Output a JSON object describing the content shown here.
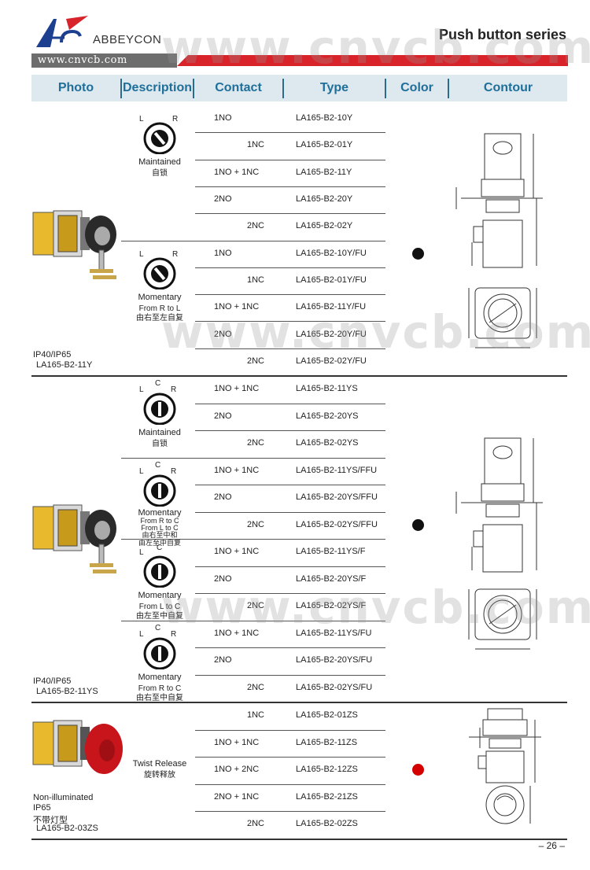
{
  "header": {
    "brand": "ABBEYCON",
    "series_title": "Push button series",
    "website": "www.cnvcb.com"
  },
  "columns": [
    "Photo",
    "Description",
    "Contact",
    "Type",
    "Color",
    "Contour"
  ],
  "watermark": "www.cnvcb.com",
  "page_number": "– 26 –",
  "colors": {
    "header_band": "#dde8ef",
    "header_text": "#1e6f9a",
    "red_bar": "#d8232a",
    "grey_bar": "#6d6d6d",
    "black_dot": "#111111",
    "red_dot": "#d40000"
  },
  "sections": [
    {
      "photo_lines": [
        "IP40/IP65",
        "LA165-B2-11Y"
      ],
      "color_dot": "black",
      "descriptions": [
        {
          "switch_labels": [
            "L",
            "R"
          ],
          "lines": [
            "Maintained",
            "自锁"
          ]
        },
        {
          "switch_labels": [
            "L",
            "R"
          ],
          "lines": [
            "Momentary",
            "From R to L",
            "由右至左自复"
          ]
        }
      ],
      "rows": [
        {
          "contact": "1NO",
          "type": "LA165-B2-10Y"
        },
        {
          "contact": "1NC",
          "type": "LA165-B2-01Y"
        },
        {
          "contact": "1NO + 1NC",
          "type": "LA165-B2-11Y"
        },
        {
          "contact": "2NO",
          "type": "LA165-B2-20Y"
        },
        {
          "contact": "2NC",
          "type": "LA165-B2-02Y"
        },
        {
          "contact": "1NO",
          "type": "LA165-B2-10Y/FU"
        },
        {
          "contact": "1NC",
          "type": "LA165-B2-01Y/FU"
        },
        {
          "contact": "1NO + 1NC",
          "type": "LA165-B2-11Y/FU"
        },
        {
          "contact": "2NO",
          "type": "LA165-B2-20Y/FU"
        },
        {
          "contact": "2NC",
          "type": "LA165-B2-02Y/FU"
        }
      ]
    },
    {
      "photo_lines": [
        "IP40/IP65",
        "LA165-B2-11YS"
      ],
      "color_dot": "black",
      "descriptions": [
        {
          "switch_labels": [
            "L",
            "C",
            "R"
          ],
          "lines": [
            "Maintained",
            "自锁"
          ]
        },
        {
          "switch_labels": [
            "L",
            "C",
            "R"
          ],
          "lines": [
            "Momentary",
            "From R to C",
            "From L to C",
            "由右至中和",
            "由左至中自复"
          ]
        },
        {
          "switch_labels": [
            "L",
            "C"
          ],
          "lines": [
            "Momentary",
            "From L to C",
            "由左至中自复"
          ]
        },
        {
          "switch_labels": [
            "L",
            "C",
            "R"
          ],
          "lines": [
            "Momentary",
            "From R to C",
            "由右至中自复"
          ]
        }
      ],
      "rows": [
        {
          "contact": "1NO + 1NC",
          "type": "LA165-B2-11YS"
        },
        {
          "contact": "2NO",
          "type": "LA165-B2-20YS"
        },
        {
          "contact": "2NC",
          "type": "LA165-B2-02YS"
        },
        {
          "contact": "1NO + 1NC",
          "type": "LA165-B2-11YS/FFU"
        },
        {
          "contact": "2NO",
          "type": "LA165-B2-20YS/FFU"
        },
        {
          "contact": "2NC",
          "type": "LA165-B2-02YS/FFU"
        },
        {
          "contact": "1NO + 1NC",
          "type": "LA165-B2-11YS/F"
        },
        {
          "contact": "2NO",
          "type": "LA165-B2-20YS/F"
        },
        {
          "contact": "2NC",
          "type": "LA165-B2-02YS/F"
        },
        {
          "contact": "1NO + 1NC",
          "type": "LA165-B2-11YS/FU"
        },
        {
          "contact": "2NO",
          "type": "LA165-B2-20YS/FU"
        },
        {
          "contact": "2NC",
          "type": "LA165-B2-02YS/FU"
        }
      ]
    },
    {
      "photo_lines": [
        "Non-illuminated",
        "IP65",
        "不带灯型",
        "LA165-B2-03ZS"
      ],
      "color_dot": "red",
      "descriptions": [
        {
          "switch_labels": [],
          "lines": [
            "Twist Release",
            "旋转释放"
          ]
        }
      ],
      "rows": [
        {
          "contact": "1NC",
          "type": "LA165-B2-01ZS"
        },
        {
          "contact": "1NO + 1NC",
          "type": "LA165-B2-11ZS"
        },
        {
          "contact": "1NO + 2NC",
          "type": "LA165-B2-12ZS"
        },
        {
          "contact": "2NO + 1NC",
          "type": "LA165-B2-21ZS"
        },
        {
          "contact": "2NC",
          "type": "LA165-B2-02ZS"
        }
      ]
    }
  ]
}
